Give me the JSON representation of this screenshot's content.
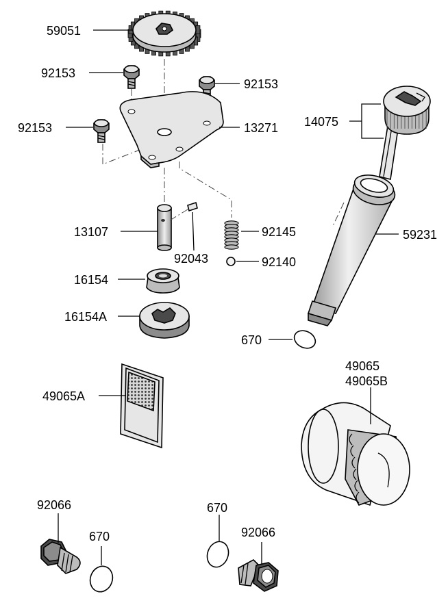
{
  "labels": {
    "gear": "59051",
    "bolt_top_left": "92153",
    "bolt_top_right": "92153",
    "bolt_left": "92153",
    "cover_plate": "13271",
    "shaft": "13107",
    "pin": "92043",
    "spring": "92145",
    "ball": "92140",
    "inner_rotor": "16154",
    "outer_rotor": "16154A",
    "dipstick": "14075",
    "oil_tube": "59231",
    "tube_oring": "670",
    "filter_a": "49065A",
    "oil_filter_1": "49065",
    "oil_filter_2": "49065B",
    "plug_left": "92066",
    "plug_left_oring": "670",
    "plug_right_oring": "670",
    "plug_right": "92066"
  }
}
